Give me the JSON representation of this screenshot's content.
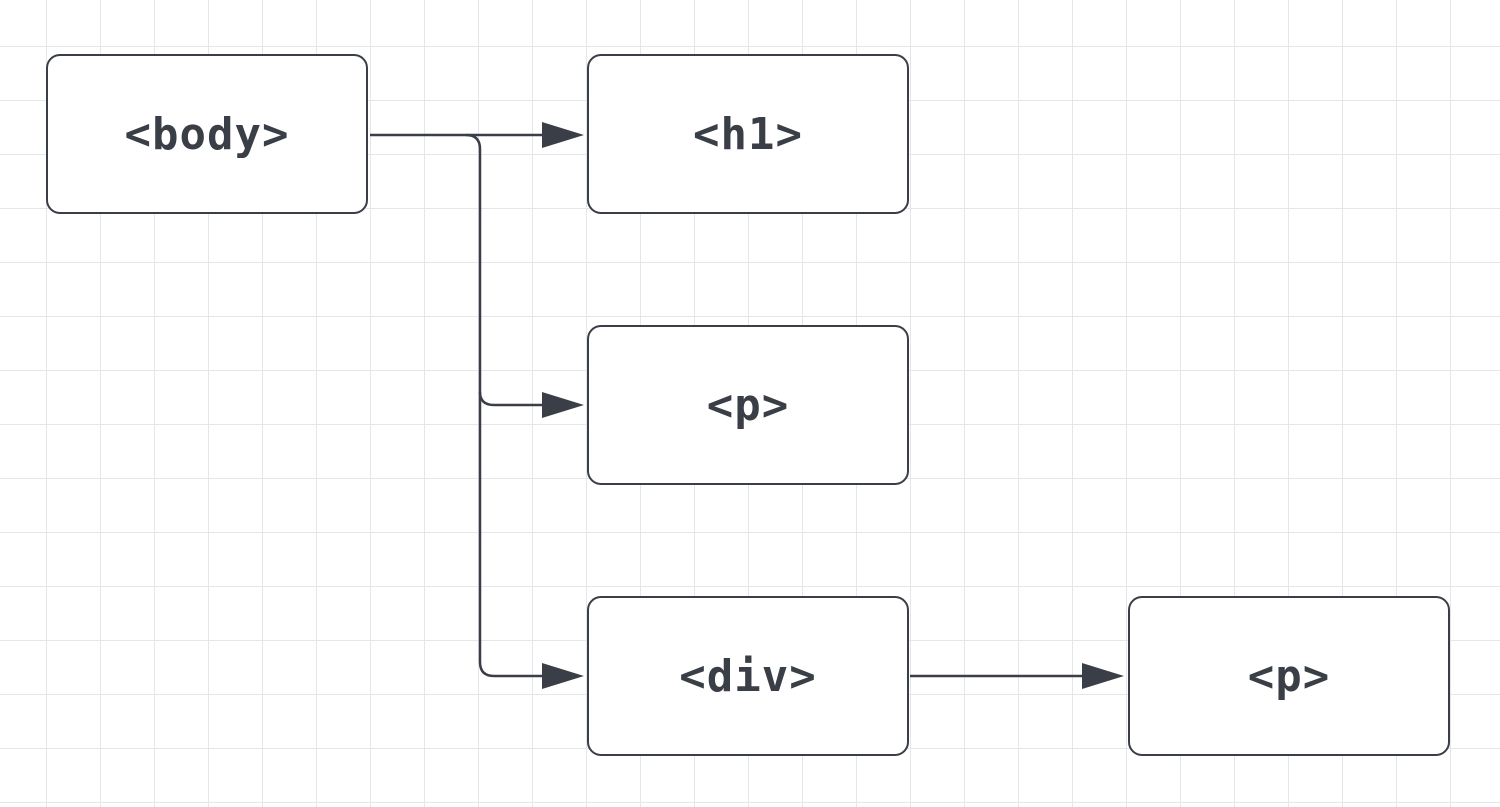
{
  "diagram": {
    "nodes": [
      {
        "id": "body",
        "label": "<body>"
      },
      {
        "id": "h1",
        "label": "<h1>"
      },
      {
        "id": "p1",
        "label": "<p>"
      },
      {
        "id": "div",
        "label": "<div>"
      },
      {
        "id": "p2",
        "label": "<p>"
      }
    ],
    "edges": [
      {
        "from": "body",
        "to": "h1"
      },
      {
        "from": "body",
        "to": "p1"
      },
      {
        "from": "body",
        "to": "div"
      },
      {
        "from": "div",
        "to": "p2"
      }
    ]
  },
  "colors": {
    "stroke": "#3a3f47",
    "text": "#3a3f47",
    "node_fill": "#ffffff",
    "grid": "#e4e6ea"
  }
}
